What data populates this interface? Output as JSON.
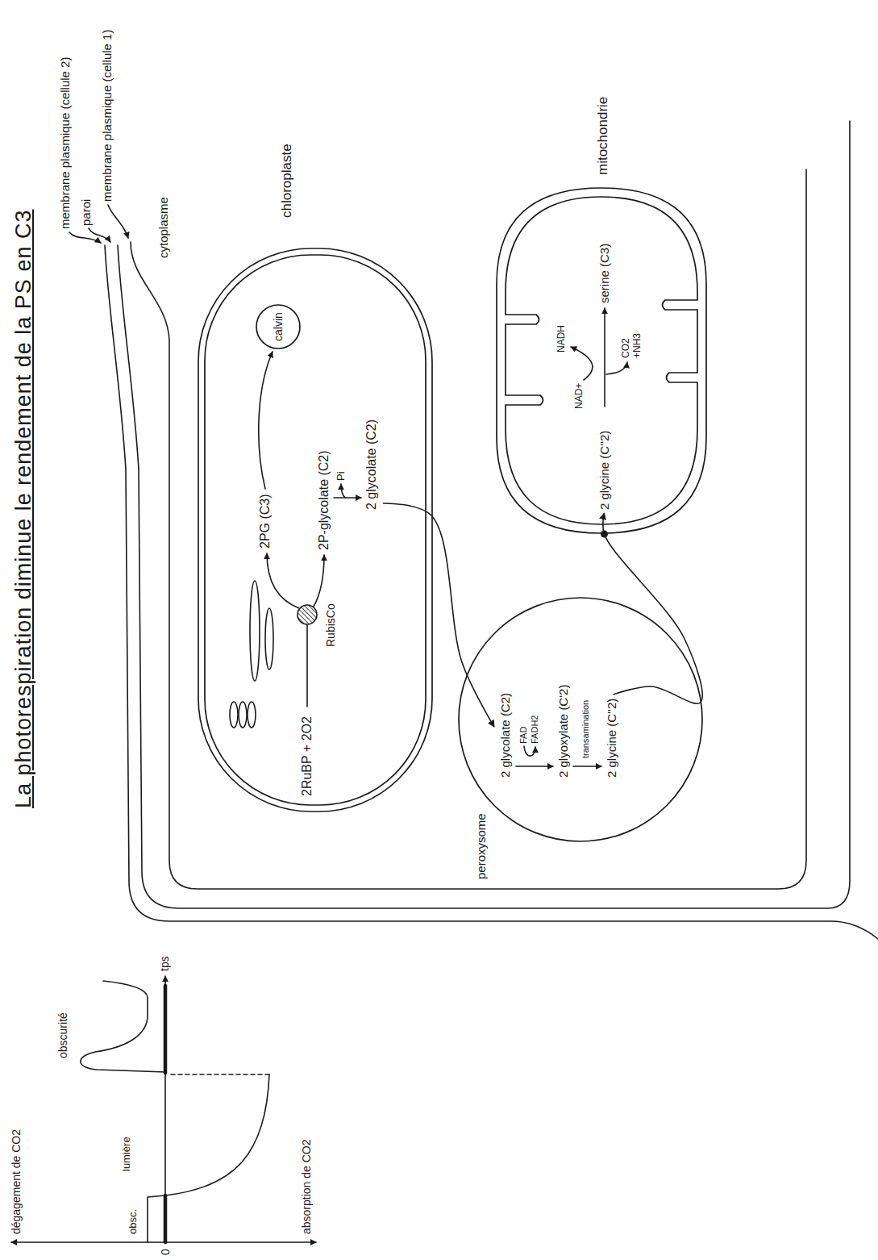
{
  "diagram": {
    "title": "La photorespiration diminue le rendement de la PS en C3",
    "nodes": [
      {
        "text": [
          "chloroplaste",
          "2RuBP + 2O2",
          "RubisCo",
          "2PG (C3)",
          "2P-glycolate (C2)",
          "Pi",
          "2 glycolate (C2)"
        ]
      },
      {
        "text": [
          "calvin"
        ],
        "in": 0
      },
      {
        "text": [
          "peroxysome",
          "2 glycolate (C2)",
          "FAD",
          "FADH2",
          "2 glyoxylate (C'2)",
          "transamination",
          "2 glycine (C''2)"
        ]
      },
      {
        "text": [
          "mitochondrie",
          "2 glycine (C''2)",
          "NAD+",
          "NADH",
          "CO2 +NH3",
          "serine (C3)"
        ]
      }
    ],
    "edges": [
      {
        "from": 0,
        "to": 2,
        "arrow": "to"
      },
      {
        "from": 2,
        "to": 3,
        "arrow": "to"
      }
    ],
    "labels": [
      "membrane plasmique (cellule 2)",
      "paroi",
      "membrane plasmique (cellule 1)",
      "cytoplasme",
      "dégagement de CO2",
      "obsc.",
      "lumière",
      "obscurité",
      "tps",
      "0",
      "absorption de CO2"
    ]
  }
}
